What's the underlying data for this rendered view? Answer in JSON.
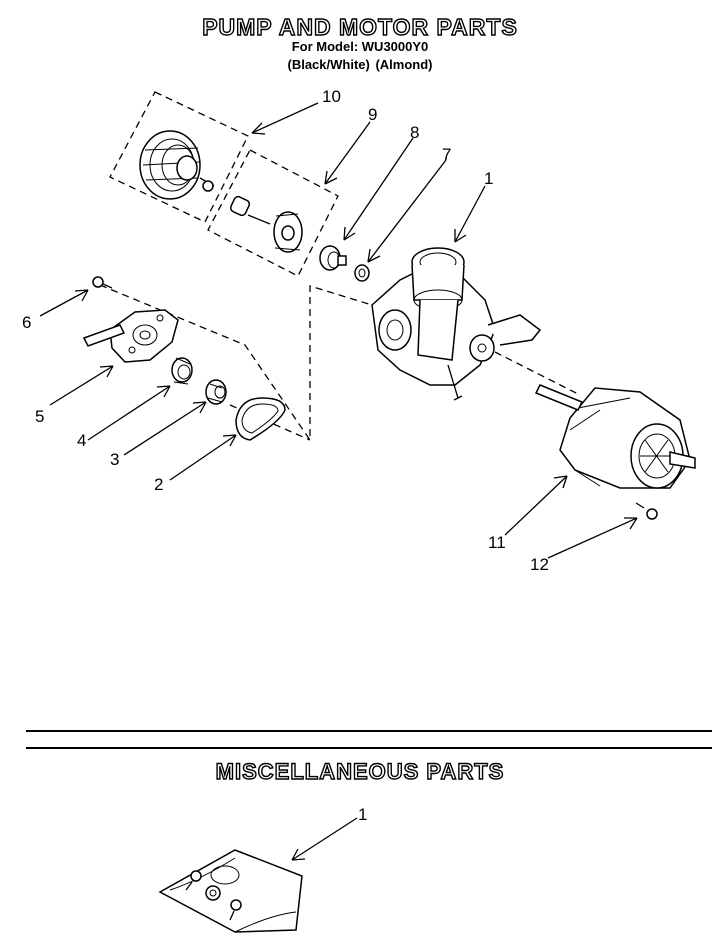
{
  "header": {
    "title": "PUMP AND MOTOR PARTS",
    "model": "For Model: WU3000Y0",
    "finishes": "(Black/White)    (Almond)"
  },
  "misc": {
    "title": "MISCELLANEOUS PARTS"
  },
  "callouts": {
    "c1": "1",
    "c2": "2",
    "c3": "3",
    "c4": "4",
    "c5": "5",
    "c6": "6",
    "c7": "7",
    "c8": "8",
    "c9": "9",
    "c10": "10",
    "c11": "11",
    "c12": "12",
    "misc1": "1"
  }
}
